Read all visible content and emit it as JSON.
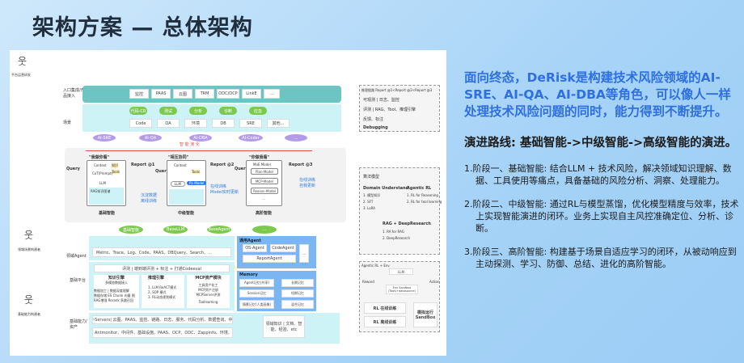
{
  "title": "架构方案 — 总体架构",
  "diagram": {
    "actors": [
      "平台运营研发",
      "领域场景构建者",
      "基础能力构建者"
    ],
    "rows": {
      "entry": "入口集成/产品接入",
      "scene": "场景",
      "domain_agent": "领域Agent",
      "platform": "基础平台",
      "base": "基础能力/资产"
    },
    "entries": [
      "监控",
      "PAAS",
      "云图",
      "TRM",
      "ODC/OCP",
      "LinkE",
      "..."
    ],
    "flow": [
      "代码-CR",
      "测试",
      "分析",
      "诊断",
      "应急"
    ],
    "scenes": [
      "Code",
      "QA",
      "环境",
      "DB",
      "SRE",
      "其他..."
    ],
    "roles": [
      "AI-SRE",
      "AI-QA",
      "AI-DBA",
      "AI-Coder",
      "..."
    ],
    "evolution": "智 能 演 化",
    "stages": [
      {
        "quote": "\"我做你看\"",
        "name": "基础智能",
        "report": "Report @1",
        "note1": "沉淀数据",
        "note2": "离线训练"
      },
      {
        "quote": "\"相互协同\"",
        "name": "中级智能",
        "report": "Report @2",
        "note1": "在线训练",
        "note2": "Model实时更新"
      },
      {
        "quote": "\"你做我看\"",
        "name": "高阶智能",
        "report": "Report @3",
        "note1": "在线训练",
        "note2": "自我更新"
      }
    ],
    "query": "Query",
    "inner": {
      "context": "Context",
      "rag": "知识",
      "tools": "Tools",
      "cot": "CoT(Prompt)",
      "llm": "LLM",
      "rl": "RL-Model",
      "kg": "RAG知识图谱",
      "moe": "MoE Model",
      "models": [
        "Plan-Model",
        "MCP-Model",
        "Reason-Model",
        "..."
      ]
    },
    "bases": [
      "基础智能",
      "BaseLLM",
      "BaseAgent",
      "..."
    ],
    "agent_tools": "Metric、Trace、Log、Code、PAAS、DBQuery、Search、...",
    "eval": "评测 | 端到端评测 + 标注 + 打通Codeeval",
    "engines": [
      {
        "title": "知识引擎",
        "lines": [
          "多模态数据接入",
          "数据加工 | 数据深度理解",
          "数据存储 ES Chunk 向量 图",
          "RAG增强 Rerank 多路召回"
        ]
      },
      {
        "title": "推理引擎",
        "lines": [
          "1. LLM ReACT模式",
          "2. SOP 模式",
          "3. RL动态规划模式"
        ]
      },
      {
        "title": "MCP资产模块",
        "lines": [
          "工具资产化工",
          "MCP资产注册",
          "MCPServer评测",
          "Toolleaming"
        ]
      }
    ],
    "mcp": "MCP-Servers| 云图、PAAS、监控、链路、日志、服务、代码分析、数据查询、中间件",
    "assets": "Antmonitor、中间件、基础设施、PAAS、OCP、ODC、Zappinfo、环境、基础元数据、Code、大海链路",
    "knowledge": "领域知识 | 文档、智能、经验、etc",
    "general_agent": {
      "title": "通用Agent",
      "items": [
        "OS-Agent",
        "CodeAgent",
        "ReportAgent",
        "..."
      ]
    },
    "memory": {
      "title": "Memory",
      "left": [
        "Agent记忆(共享)",
        "Session记忆",
        "情景记忆(人类画像)"
      ],
      "right": [
        "长期记忆",
        "短期记忆",
        "混合记忆"
      ]
    },
    "side1": {
      "chain": "推理链路 Report @1<Report @2<Report @3",
      "items": [
        "可观测 | 日志、监控",
        "评测 | RAG、Tool、推理引擎",
        "反馈、标注",
        "Debugging"
      ]
    },
    "side2": {
      "title": "算法模型",
      "du": "Domain Understand",
      "du_items": [
        "1. 模型知识",
        "2. SFT",
        "3. LoRA"
      ],
      "arl": "Agentic RL",
      "arl_items": [
        "1. RL for Reasoning",
        "2. RL for tool learning"
      ],
      "rag": "RAG + DeepResearch",
      "rag_items": [
        "1. RA for RAG",
        "2. DeepResearch"
      ]
    },
    "side3": {
      "title": "Agentic RL + Env",
      "llm": "LLM",
      "reward": "Reward",
      "action": "Action",
      "env": "Env Sandbox (Tools+datasource)",
      "online": "RL 在线训练",
      "offline": "RL 离线训练",
      "sandbox": "模拟运行 SandBox"
    }
  },
  "right": {
    "intro": "面向终态，DeRisk是构建技术风险领域的AI-SRE、AI-QA、AI-DBA等角色，可以像人一样处理技术风险问题的同时，能力得到不断提升。",
    "route": "演进路线: 基础智能->中级智能->高级智能的演进。",
    "stages": [
      "1.阶段一、基础智能: 结合LLM + 技术风险，解决领域知识理解、数据、工具使用等痛点，具备基础的风险分析、洞察、处理能力。",
      "2.阶段二、中级智能: 通过RL与模型蒸馏，优化模型精度与效率，技术上实现智能演进的闭环。业务上实现自主风控准确定位、分析、诊断。",
      "3.阶段三、高阶智能: 构建基于场景自适应学习的闭环，从被动响应到主动探测、学习、防御、总结、进化的高阶智能。"
    ]
  },
  "colors": {
    "accent": "#2f6fe0",
    "teal": "#6cc5c3",
    "cyan": "#cdf3f6",
    "green": "#7dc94e",
    "purple": "#b49be8",
    "blue_box": "#7bb6f2"
  }
}
